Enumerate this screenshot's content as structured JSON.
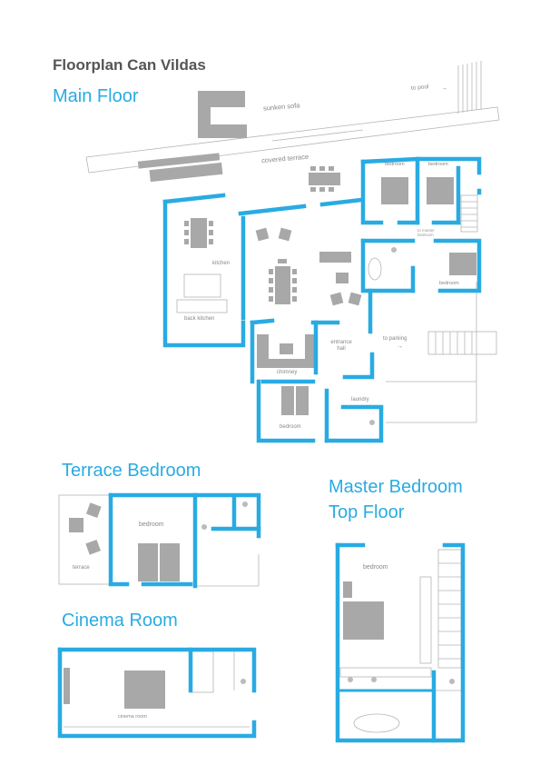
{
  "title": "Floorplan Can Vildas",
  "sections": {
    "main_floor": "Main Floor",
    "terrace_bedroom": "Terrace Bedroom",
    "master_bedroom_line1": "Master Bedroom",
    "master_bedroom_line2": "Top Floor",
    "cinema_room": "Cinema Room"
  },
  "labels": {
    "sunken_sofa": "sunken sofa",
    "to_pool": "to pool",
    "covered_terrace": "covered terrace",
    "bedroom": "bedroom",
    "to_master_bedroom": "to master bedroom",
    "kitchen": "kitchen",
    "back_kitchen": "back kitchen",
    "to_parking": "to parking",
    "entrance_hall": "entrance hall",
    "chimney": "chimney",
    "laundry": "laundry",
    "terrace": "terrace",
    "cinema_room": "cinema room"
  },
  "colors": {
    "wall": "#29abe2",
    "furniture": "#a8a8a8",
    "outline": "#b5b5b5",
    "title": "#555555"
  }
}
